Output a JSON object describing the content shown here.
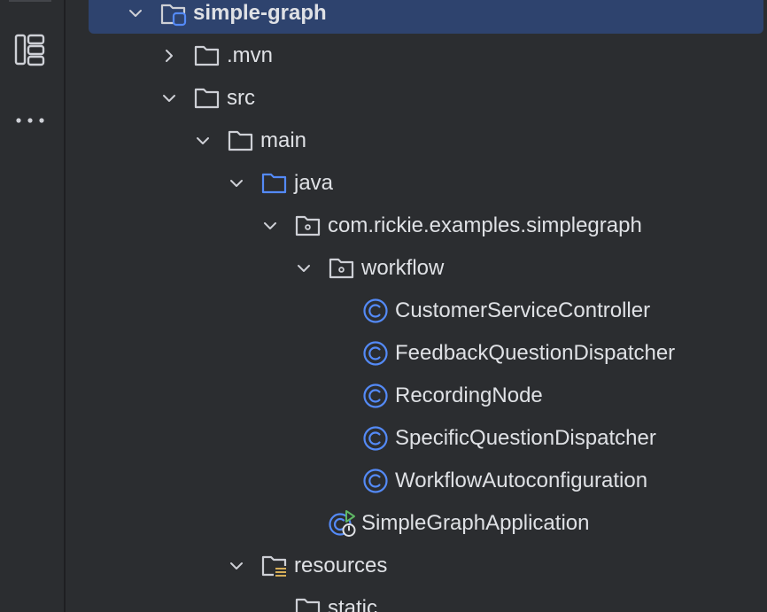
{
  "colors": {
    "background": "#2b2d30",
    "selection": "#2e436e",
    "text": "#dfe1e5",
    "folder_default": "#ced0d6",
    "folder_source": "#548af7",
    "class_icon": "#548af7",
    "resources_badge": "#d6ae58",
    "run_green": "#5fb865"
  },
  "toolstrip": {
    "items": [
      {
        "icon": "structure-icon"
      },
      {
        "icon": "more-icon"
      }
    ]
  },
  "tree": [
    {
      "label": "simple-graph",
      "icon": "module-folder-icon",
      "expanded": true,
      "selected": true
    },
    {
      "label": ".mvn",
      "icon": "folder-icon",
      "expanded": false
    },
    {
      "label": "src",
      "icon": "folder-icon",
      "expanded": true
    },
    {
      "label": "main",
      "icon": "folder-icon",
      "expanded": true
    },
    {
      "label": "java",
      "icon": "source-folder-icon",
      "expanded": true
    },
    {
      "label": "com.rickie.examples.simplegraph",
      "icon": "package-icon",
      "expanded": true
    },
    {
      "label": "workflow",
      "icon": "package-icon",
      "expanded": true
    },
    {
      "label": "CustomerServiceController",
      "icon": "class-icon"
    },
    {
      "label": "FeedbackQuestionDispatcher",
      "icon": "class-icon"
    },
    {
      "label": "RecordingNode",
      "icon": "class-icon"
    },
    {
      "label": "SpecificQuestionDispatcher",
      "icon": "class-icon"
    },
    {
      "label": "WorkflowAutoconfiguration",
      "icon": "class-icon"
    },
    {
      "label": "SimpleGraphApplication",
      "icon": "spring-boot-class-icon"
    },
    {
      "label": "resources",
      "icon": "resources-folder-icon",
      "expanded": true
    },
    {
      "label": "static",
      "icon": "folder-icon"
    }
  ]
}
